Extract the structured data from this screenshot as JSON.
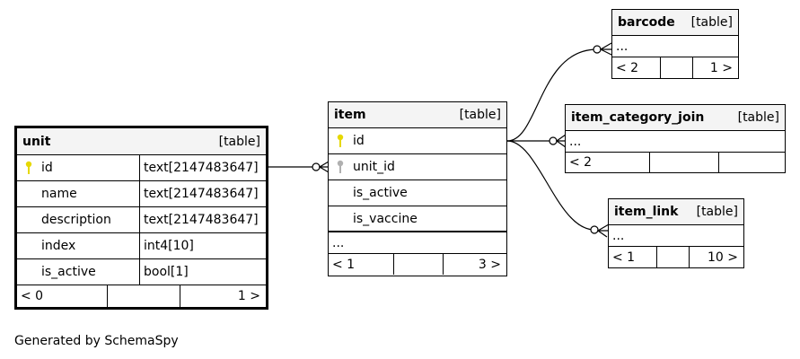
{
  "tables": {
    "unit": {
      "name": "unit",
      "kind": "[table]",
      "columns": [
        {
          "name": "id",
          "type": "text[2147483647]",
          "key": "primary"
        },
        {
          "name": "name",
          "type": "text[2147483647]"
        },
        {
          "name": "description",
          "type": "text[2147483647]"
        },
        {
          "name": "index",
          "type": "int4[10]"
        },
        {
          "name": "is_active",
          "type": "bool[1]"
        }
      ],
      "footer": {
        "parents": "< 0",
        "children": "1 >"
      }
    },
    "item": {
      "name": "item",
      "kind": "[table]",
      "columns": [
        {
          "name": "id",
          "key": "primary"
        },
        {
          "name": "unit_id",
          "key": "foreign"
        },
        {
          "name": "is_active"
        },
        {
          "name": "is_vaccine"
        }
      ],
      "ellipsis": "...",
      "footer": {
        "parents": "< 1",
        "children": "3 >"
      }
    },
    "barcode": {
      "name": "barcode",
      "kind": "[table]",
      "ellipsis": "...",
      "footer": {
        "parents": "< 2",
        "children": "1 >"
      }
    },
    "item_category_join": {
      "name": "item_category_join",
      "kind": "[table]",
      "ellipsis": "...",
      "footer": {
        "parents": "< 2",
        "children": ""
      }
    },
    "item_link": {
      "name": "item_link",
      "kind": "[table]",
      "ellipsis": "...",
      "footer": {
        "parents": "< 1",
        "children": "10 >"
      }
    }
  },
  "colors": {
    "primary_key": "#e6d800",
    "foreign_key": "#b0b0b0",
    "header_bg": "#f4f4f4"
  },
  "footer_text": "Generated by SchemaSpy"
}
